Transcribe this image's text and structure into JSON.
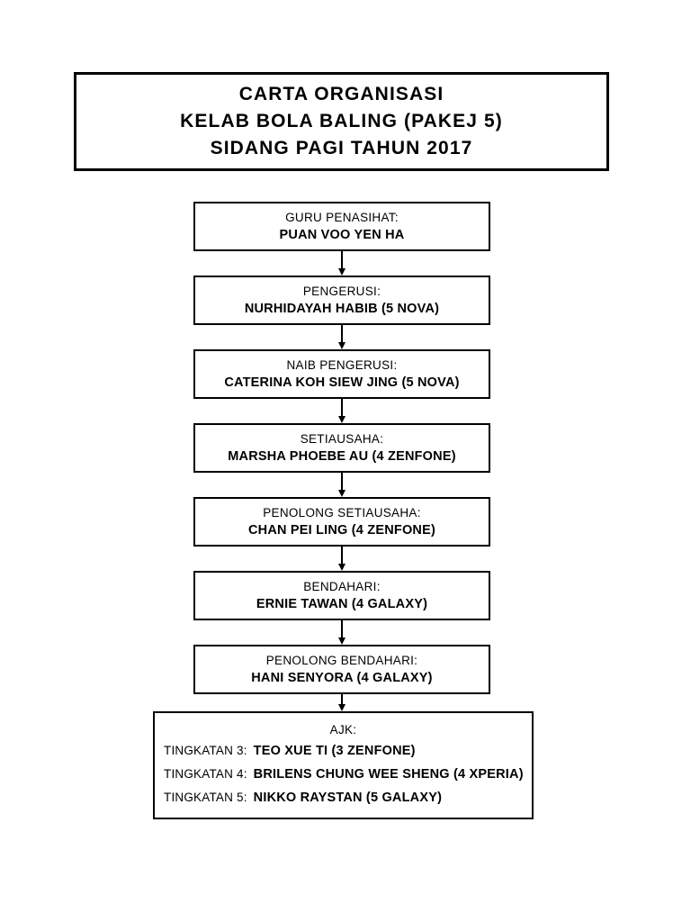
{
  "document": {
    "title_box": {
      "lines": [
        "CARTA ORGANISASI",
        "KELAB BOLA BALING (PAKEJ 5)",
        "SIDANG PAGI TAHUN 2017"
      ]
    },
    "positions": [
      {
        "role": "GURU PENASIHAT:",
        "name": "PUAN VOO YEN HA"
      },
      {
        "role": "PENGERUSI:",
        "name": "NURHIDAYAH HABIB (5 NOVA)"
      },
      {
        "role": "NAIB PENGERUSI:",
        "name": "CATERINA KOH SIEW JING (5 NOVA)"
      },
      {
        "role": "SETIAUSAHA:",
        "name": "MARSHA PHOEBE AU (4 ZENFONE)"
      },
      {
        "role": "PENOLONG SETIAUSAHA:",
        "name": "CHAN PEI LING (4 ZENFONE)"
      },
      {
        "role": "BENDAHARI:",
        "name": "ERNIE TAWAN (4 GALAXY)"
      },
      {
        "role": "PENOLONG BENDAHARI:",
        "name": "HANI SENYORA (4 GALAXY)"
      }
    ],
    "committee": {
      "heading": "AJK:",
      "members": [
        {
          "form": "TINGKATAN 3:",
          "name": "TEO XUE TI (3 ZENFONE)"
        },
        {
          "form": "TINGKATAN 4:",
          "name": "BRILENS CHUNG WEE SHENG (4 XPERIA)"
        },
        {
          "form": "TINGKATAN 5:",
          "name": "NIKKO RAYSTAN (5 GALAXY)"
        }
      ]
    },
    "colors": {
      "border": "#000000",
      "text": "#000000",
      "background": "#ffffff"
    }
  }
}
